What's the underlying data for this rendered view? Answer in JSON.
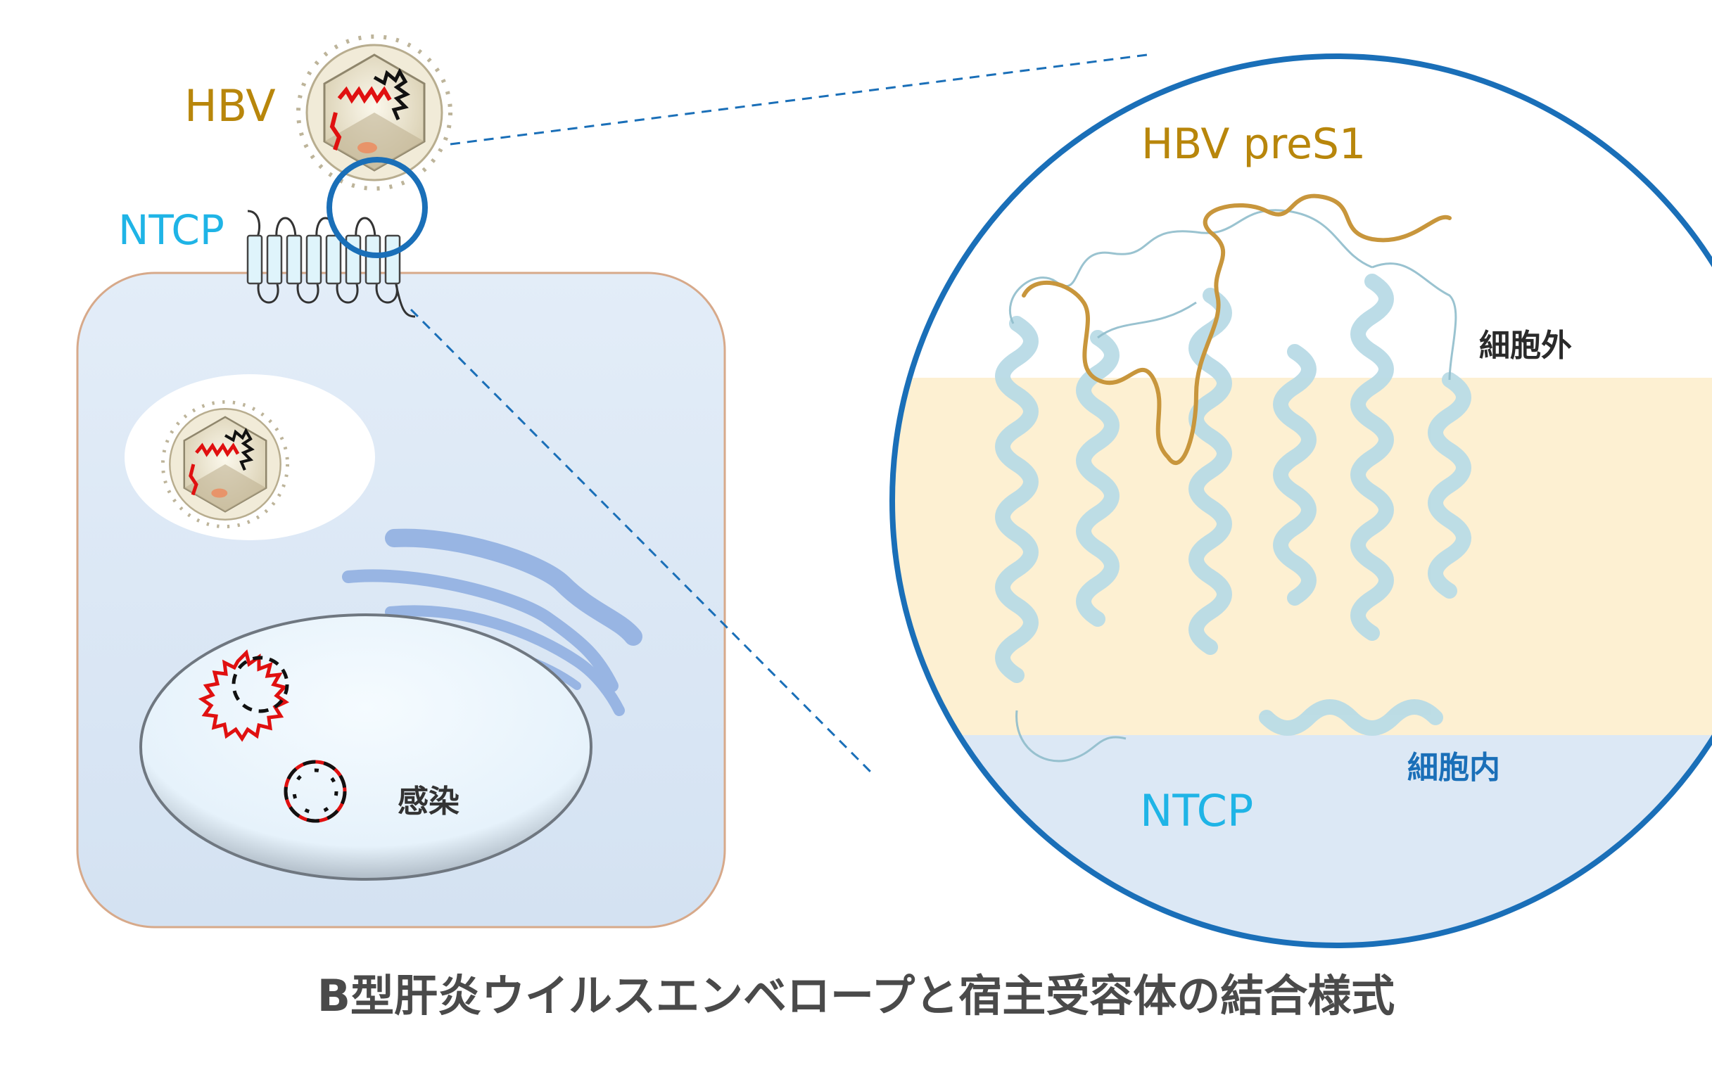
{
  "labels": {
    "hbv": "HBV",
    "ntcp_left": "NTCP",
    "infection": "感染",
    "hbv_pres1": "HBV preS1",
    "extracellular": "細胞外",
    "intracellular": "細胞内",
    "ntcp_right": "NTCP"
  },
  "caption": "B型肝炎ウイルスエンベロープと宿主受容体の結合様式",
  "colors": {
    "hbv_text": "#b8860b",
    "ntcp_text": "#1fb4e6",
    "circle_outline": "#1a6fb8",
    "cell_fill": "#dbe7f5",
    "membrane_band": "#fdf0d2",
    "cytoplasm_band": "#dce8f5",
    "helix": "#b9dbe6",
    "pres1": "#c8963c"
  }
}
